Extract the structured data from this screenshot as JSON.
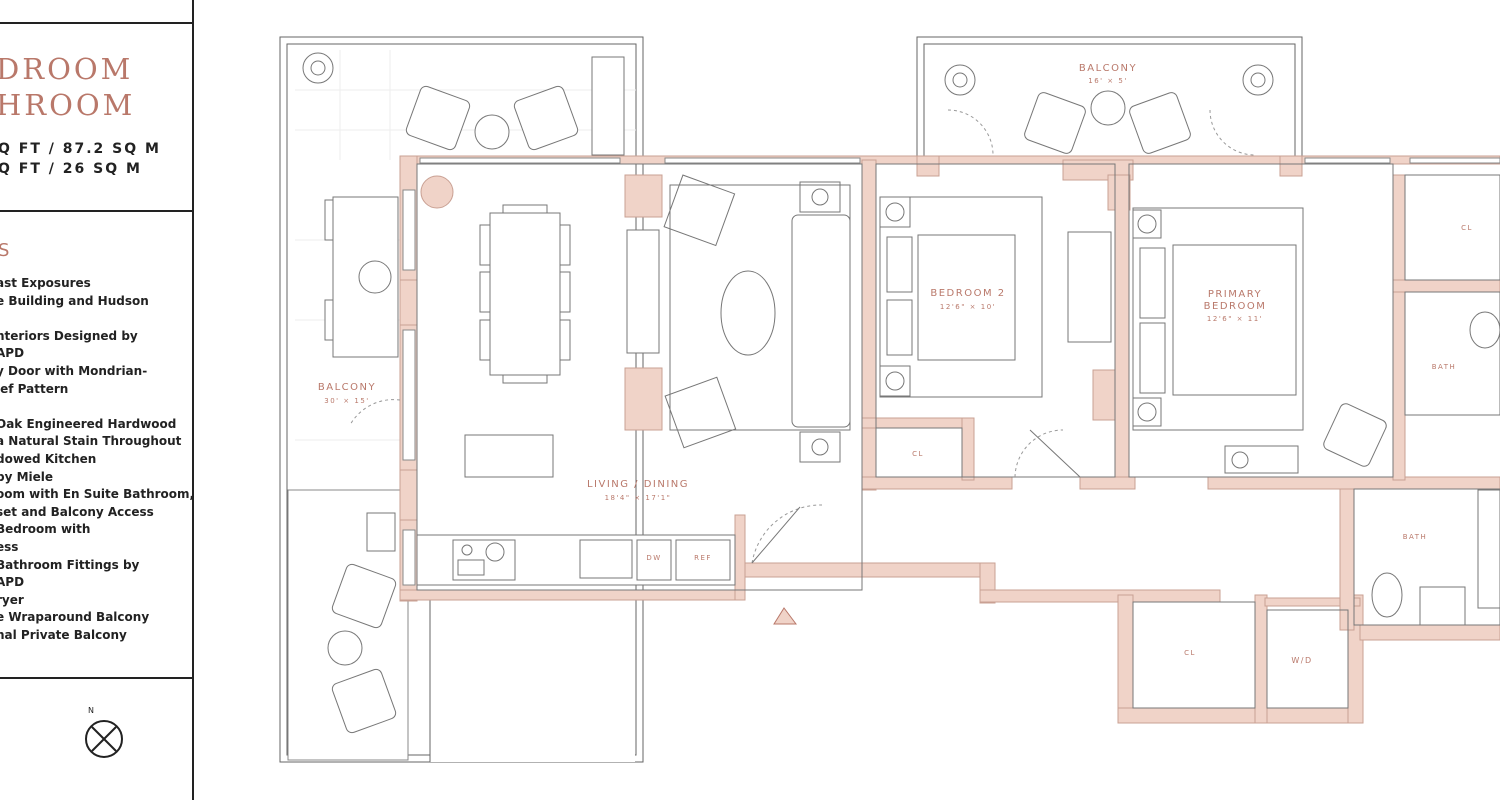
{
  "sidebar": {
    "title_line1": "DROOM",
    "title_line2": "HROOM",
    "interior_area": "Q FT / 87.2 SQ M",
    "exterior_area": "Q FT / 26 SQ M",
    "features_heading": "S",
    "features": [
      "ast Exposures",
      "e Building and Hudson",
      "",
      "nteriors Designed by",
      "APD",
      "y Door with Mondrian-",
      "ief Pattern",
      "",
      "Oak Engineered Hardwood",
      "a Natural Stain Throughout",
      "dowed Kitchen",
      "by Miele",
      "oom with En Suite Bathroom,",
      "set and Balcony Access",
      "Bedroom with",
      "ess",
      "Bathroom Fittings by",
      "APD",
      "ryer",
      "e Wraparound Balcony",
      "nal Private Balcony"
    ],
    "compass_label": "N"
  },
  "plan": {
    "balcony_west": {
      "name": "BALCONY",
      "dims": "30' × 15'"
    },
    "balcony_north": {
      "name": "BALCONY",
      "dims": "16' × 5'"
    },
    "living_dining": {
      "name": "LIVING / DINING",
      "dims": "18'4\" × 17'1\""
    },
    "bedroom2": {
      "name": "BEDROOM 2",
      "dims": "12'6\" × 10'"
    },
    "primary_bedroom": {
      "name_line1": "PRIMARY",
      "name_line2": "BEDROOM",
      "dims": "12'6\" × 11'"
    },
    "closet_label": "CL",
    "bath_label": "BATH",
    "washer_dryer": "W/D",
    "dishwasher": "DW",
    "refrigerator": "REF"
  },
  "colors": {
    "accent": "#b9786a",
    "wall_fill": "#f0d3c8",
    "line": "#444444"
  }
}
